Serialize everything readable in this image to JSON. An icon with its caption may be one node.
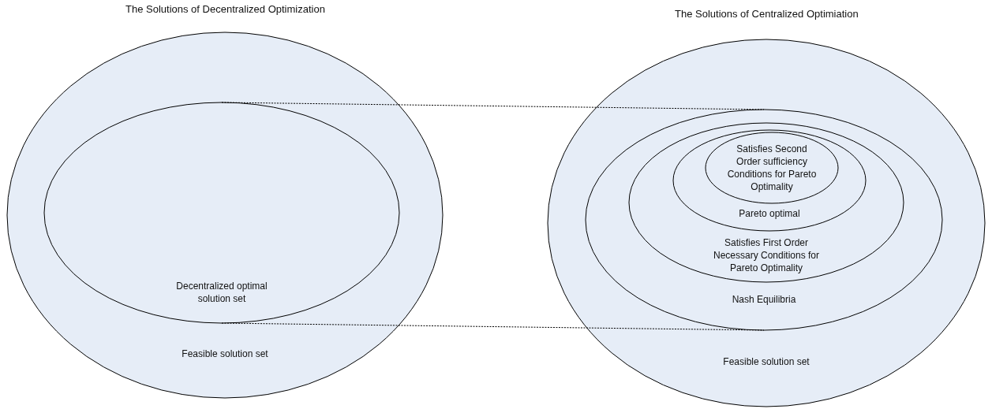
{
  "diagram": {
    "nodes": [
      {
        "text": [
          "The Solutions of Decentralized Optimization",
          "Feasible solution set"
        ]
      },
      {
        "text": [
          "Decentralized optimal solution set"
        ],
        "in": 0
      },
      {
        "text": [
          "The Solutions of Centralized Optimiation",
          "Feasible solution set"
        ]
      },
      {
        "text": [
          "Nash Equilibria"
        ],
        "in": 2
      },
      {
        "text": [
          "Satisfies First Order Necessary Conditions for Pareto Optimality"
        ],
        "in": 3
      },
      {
        "text": [
          "Pareto optimal"
        ],
        "in": 4
      },
      {
        "text": [
          "Satisfies Second Order sufficiency Conditions for Pareto Optimality"
        ],
        "in": 5
      }
    ],
    "edges": [
      {
        "from": 1,
        "to": 3,
        "arrow": "none",
        "style": "dashed"
      },
      {
        "from": 1,
        "to": 3,
        "arrow": "none",
        "style": "dashed"
      }
    ]
  }
}
